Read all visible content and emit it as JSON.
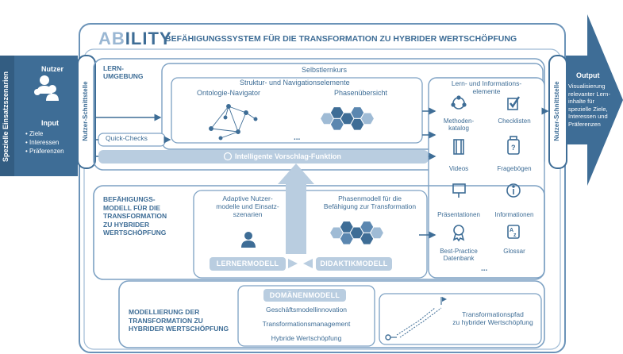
{
  "brand": {
    "prefix": "AB",
    "suffix": "ILITY",
    "tagline": "BEFÄHIGUNGSSYSTEM FÜR DIE TRANSFORMATION ZU HYBRIDER WERTSCHÖPFUNG"
  },
  "input_panel": {
    "side_label": "Spezielle Einsatzszenarien",
    "user_title": "Nutzer",
    "input_title": "Input",
    "items": [
      "• Ziele",
      "• Interessen",
      "• Präferenzen"
    ]
  },
  "interface_left": "Nutzer-Schnittstelle",
  "interface_right": "Nutzer-Schnittstelle",
  "output_panel": {
    "title": "Output",
    "text_lines": [
      "Visualisierung",
      "relevanter Lern-",
      "inhalte für",
      "spezielle Ziele,",
      "Interessen und",
      "Präferenzen"
    ]
  },
  "learning_env": {
    "title_lines": [
      "LERN-",
      "UMGEBUNG"
    ],
    "self_learning": "Selbstlernkurs",
    "structure_nav": "Struktur- und Navigationselemente",
    "ontology_nav": "Ontologie-Navigator",
    "phase_overview": "Phasenübersicht",
    "dots": "...",
    "quick_checks": "Quick-Checks",
    "suggestion_fn": "Intelligente Vorschlag-Funktion"
  },
  "elements_panel": {
    "title_lines": [
      "Lern- und Informations-",
      "elemente"
    ],
    "items": [
      {
        "label_lines": [
          "Methoden-",
          "katalog"
        ],
        "icon": "method-cycle-icon"
      },
      {
        "label_lines": [
          "Checklisten"
        ],
        "icon": "checklist-icon"
      },
      {
        "label_lines": [
          "Videos"
        ],
        "icon": "film-icon"
      },
      {
        "label_lines": [
          "Fragebögen"
        ],
        "icon": "questionnaire-icon"
      },
      {
        "label_lines": [
          "Präsentationen"
        ],
        "icon": "presentation-icon"
      },
      {
        "label_lines": [
          "Informationen"
        ],
        "icon": "info-icon"
      },
      {
        "label_lines": [
          "Best-Practice",
          "Datenbank"
        ],
        "icon": "award-icon"
      },
      {
        "label_lines": [
          "Glossar"
        ],
        "icon": "glossary-icon"
      }
    ],
    "dots": "..."
  },
  "enabling_model": {
    "title_lines": [
      "BEFÄHIGUNGS-",
      "MODELL FÜR DIE",
      "TRANSFORMATION",
      "ZU HYBRIDER",
      "WERTSCHÖPFUNG"
    ],
    "adaptive_lines": [
      "Adaptive Nutzer-",
      "modelle und Einsatz-",
      "szenarien"
    ],
    "phase_model_lines": [
      "Phasenmodell für die",
      "Befähigung zur Transformation"
    ],
    "learner_model": "LERNERMODELL",
    "didactic_model": "DIDAKTIKMODELL"
  },
  "modelling": {
    "title_lines": [
      "MODELLIERUNG DER",
      "TRANSFORMATION ZU",
      "HYBRIDER WERTSCHÖPFUNG"
    ],
    "domain_model": "DOMÄNENMODELL",
    "items": [
      "Geschäftsmodellinnovation",
      "Transformationsmanagement",
      "Hybride Wertschöpfung"
    ],
    "path_lines": [
      "Transformationspfad",
      "zu hybrider Wertschöpfung"
    ]
  },
  "colors": {
    "primary": "#3e6d96",
    "light": "#b9cde0",
    "pale": "#dde7f1",
    "line": "#6b93b8"
  }
}
